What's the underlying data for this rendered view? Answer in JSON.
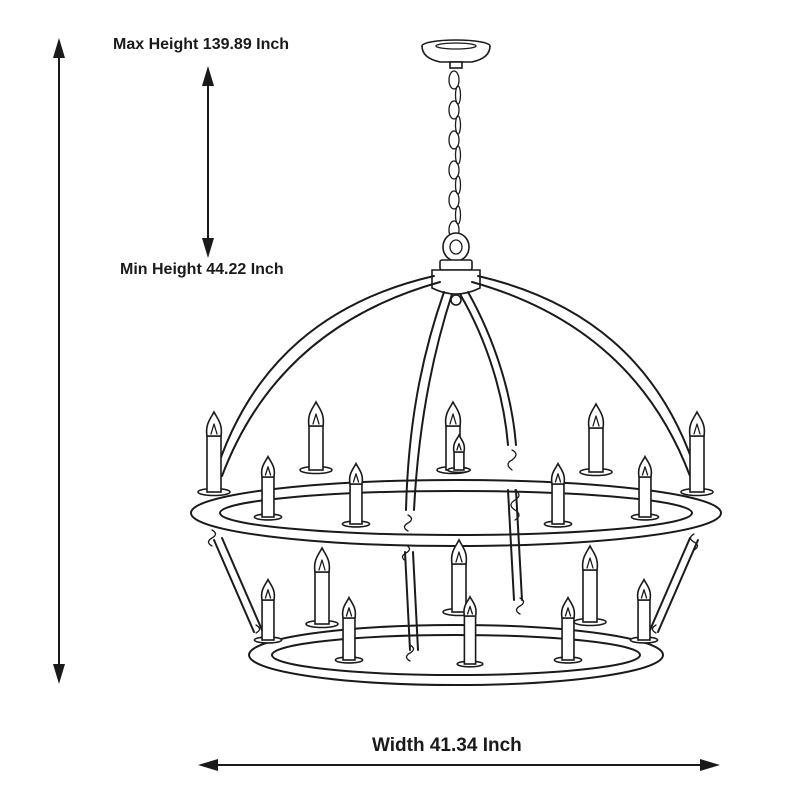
{
  "dimensions": {
    "max_height": "Max Height 139.89 Inch",
    "min_height": "Min Height 44.22 Inch",
    "width": "Width 41.34 Inch"
  },
  "colors": {
    "line": "#1a1a1a",
    "background": "#ffffff"
  }
}
